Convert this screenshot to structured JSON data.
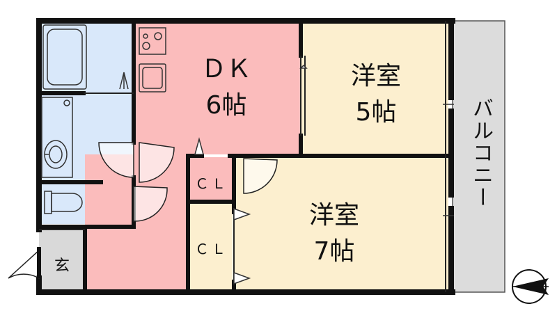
{
  "rooms": {
    "dk": {
      "name": "ＤＫ",
      "size": "6帖"
    },
    "western_room_1": {
      "name": "洋室",
      "size": "5帖"
    },
    "western_room_2": {
      "name": "洋室",
      "size": "7帖"
    },
    "closet_1": {
      "name": "ＣＬ"
    },
    "closet_2": {
      "name": "ＣＬ"
    },
    "entrance": {
      "name": "玄"
    },
    "balcony": {
      "name": "バルコニー"
    }
  },
  "colors": {
    "wall": "#111111",
    "dk_floor": "#fbbcbc",
    "western_floor": "#fcefcf",
    "wet_area": "#d9e8fa",
    "balcony": "#dcdcdc",
    "entrance": "#d9d9d9",
    "fixture_line": "#333333"
  },
  "icons": {
    "compass": "north-arrow-icon"
  }
}
